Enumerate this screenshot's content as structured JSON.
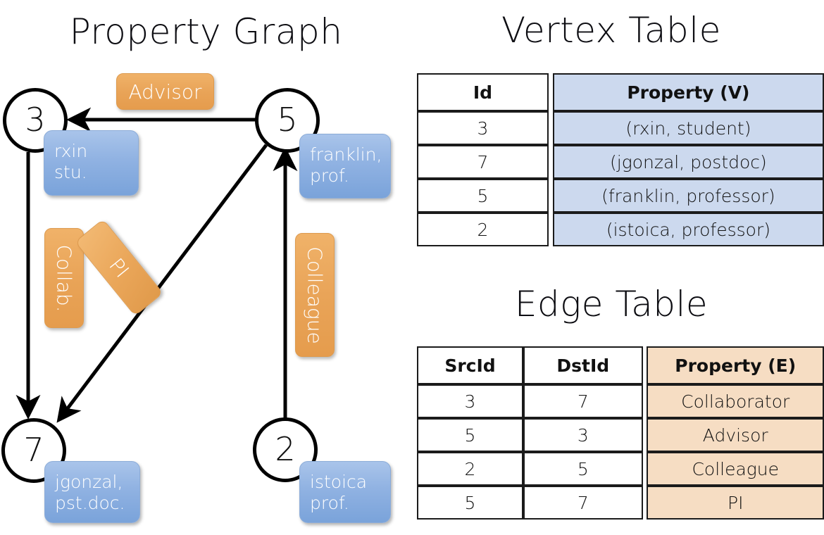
{
  "titles": {
    "property_graph": "Property Graph",
    "vertex_table": "Vertex Table",
    "edge_table": "Edge Table"
  },
  "graph": {
    "nodes": [
      {
        "id": "3",
        "name": "node-3",
        "property_lines": [
          "rxin",
          "stu."
        ]
      },
      {
        "id": "5",
        "name": "node-5",
        "property_lines": [
          "franklin,",
          "prof."
        ]
      },
      {
        "id": "7",
        "name": "node-7",
        "property_lines": [
          "jgonzal,",
          "pst.doc."
        ]
      },
      {
        "id": "2",
        "name": "node-2",
        "property_lines": [
          "istoica",
          "prof."
        ]
      }
    ],
    "edge_labels": [
      {
        "name": "advisor",
        "text": "Advisor",
        "from": "5",
        "to": "3"
      },
      {
        "name": "collaborator",
        "text": "Collab.",
        "from": "3",
        "to": "7"
      },
      {
        "name": "pi",
        "text": "PI",
        "from": "5",
        "to": "7"
      },
      {
        "name": "colleague",
        "text": "Colleague",
        "from": "2",
        "to": "5"
      }
    ]
  },
  "vertex_table": {
    "headers": [
      "Id",
      "Property (V)"
    ],
    "rows": [
      {
        "id": "3",
        "property": "(rxin, student)"
      },
      {
        "id": "7",
        "property": "(jgonzal, postdoc)"
      },
      {
        "id": "5",
        "property": "(franklin, professor)"
      },
      {
        "id": "2",
        "property": "(istoica, professor)"
      }
    ]
  },
  "edge_table": {
    "headers": [
      "SrcId",
      "DstId",
      "Property (E)"
    ],
    "rows": [
      {
        "src": "3",
        "dst": "7",
        "property": "Collaborator"
      },
      {
        "src": "5",
        "dst": "3",
        "property": "Advisor"
      },
      {
        "src": "2",
        "dst": "5",
        "property": "Colleague"
      },
      {
        "src": "5",
        "dst": "7",
        "property": "PI"
      }
    ]
  },
  "colors": {
    "vertex_property_fill": "#ccd9ee",
    "edge_property_fill": "#f6ddc3",
    "node_box_blue": "#8cb0e0",
    "edge_label_orange": "#e9a458",
    "stroke": "#000000"
  }
}
